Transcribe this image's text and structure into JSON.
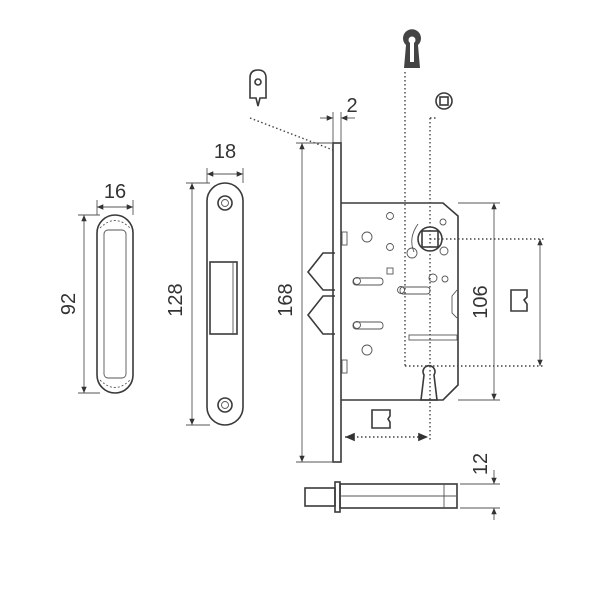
{
  "drawing": {
    "dimensions": {
      "strike_width": "16",
      "strike_height": "92",
      "faceplate_strike_width": "18",
      "faceplate_strike_height": "128",
      "faceplate_thickness": "2",
      "faceplate_height": "168",
      "lock_body_height": "106",
      "bolt_height": "12"
    },
    "icons": [
      "keyhole-icon",
      "key-tag-icon",
      "round-square-spindle-icon",
      "square-spindle-icon"
    ],
    "colors": {
      "line": "#3a3a3a",
      "background": "#ffffff"
    }
  }
}
